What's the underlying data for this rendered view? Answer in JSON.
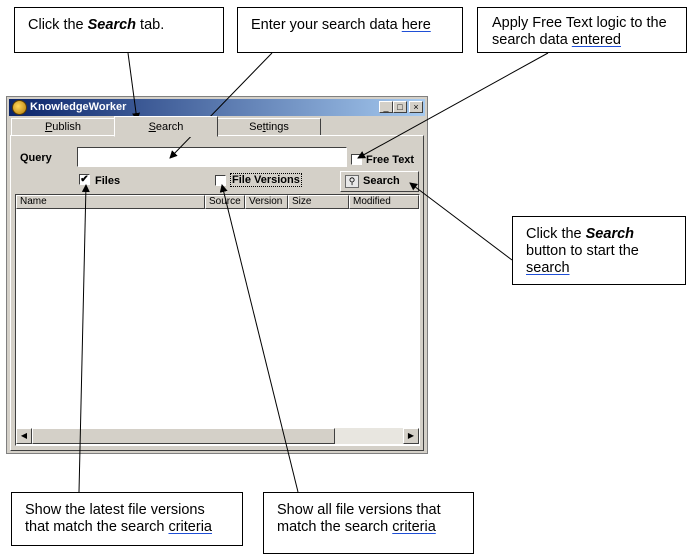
{
  "callouts": {
    "click_search_tab": {
      "before": "Click the ",
      "em": "Search",
      "after": " tab."
    },
    "enter_data": {
      "before": "Enter your search data ",
      "link": "here"
    },
    "free_text": {
      "line1": "Apply Free Text logic to the",
      "line2_before": "search data ",
      "link": "entered"
    },
    "search_button": {
      "before": "Click the ",
      "em": "Search",
      "line2": "button to start the",
      "link": "search"
    },
    "latest_versions": {
      "line1": "Show the latest file versions",
      "line2_before": "that match the search ",
      "link": "criteria"
    },
    "all_versions": {
      "line1": "Show all file versions that",
      "line2_before": "match the search ",
      "link": "criteria"
    }
  },
  "window": {
    "title": "KnowledgeWorker",
    "controls": {
      "minimize": "_",
      "maximize": "□",
      "close": "×"
    },
    "tabs": [
      {
        "accel": "P",
        "rest": "ublish"
      },
      {
        "accel": "S",
        "rest": "earch"
      },
      {
        "before": "Se",
        "accel": "t",
        "rest": "tings"
      }
    ],
    "active_tab": "Search",
    "query_label": "Query",
    "query_value": "",
    "free_text_label": "Free Text",
    "free_text_checked": false,
    "files_label": "Files",
    "files_checked": true,
    "file_versions_label": "File Versions",
    "file_versions_checked": false,
    "search_button_label": "Search",
    "checkmark": "✔",
    "columns": [
      "Name",
      "Source",
      "Version",
      "Size",
      "Modified"
    ],
    "rows": [],
    "scroll_left": "◀",
    "scroll_right": "▶"
  },
  "colors": {
    "titlebar_start": "#0a246a",
    "titlebar_end": "#a6caf0",
    "window_face": "#d4d0c8",
    "link_underline": "#1f4fd6"
  },
  "icons": {
    "app": "app-icon",
    "search_button": "search-magnifier-icon"
  }
}
